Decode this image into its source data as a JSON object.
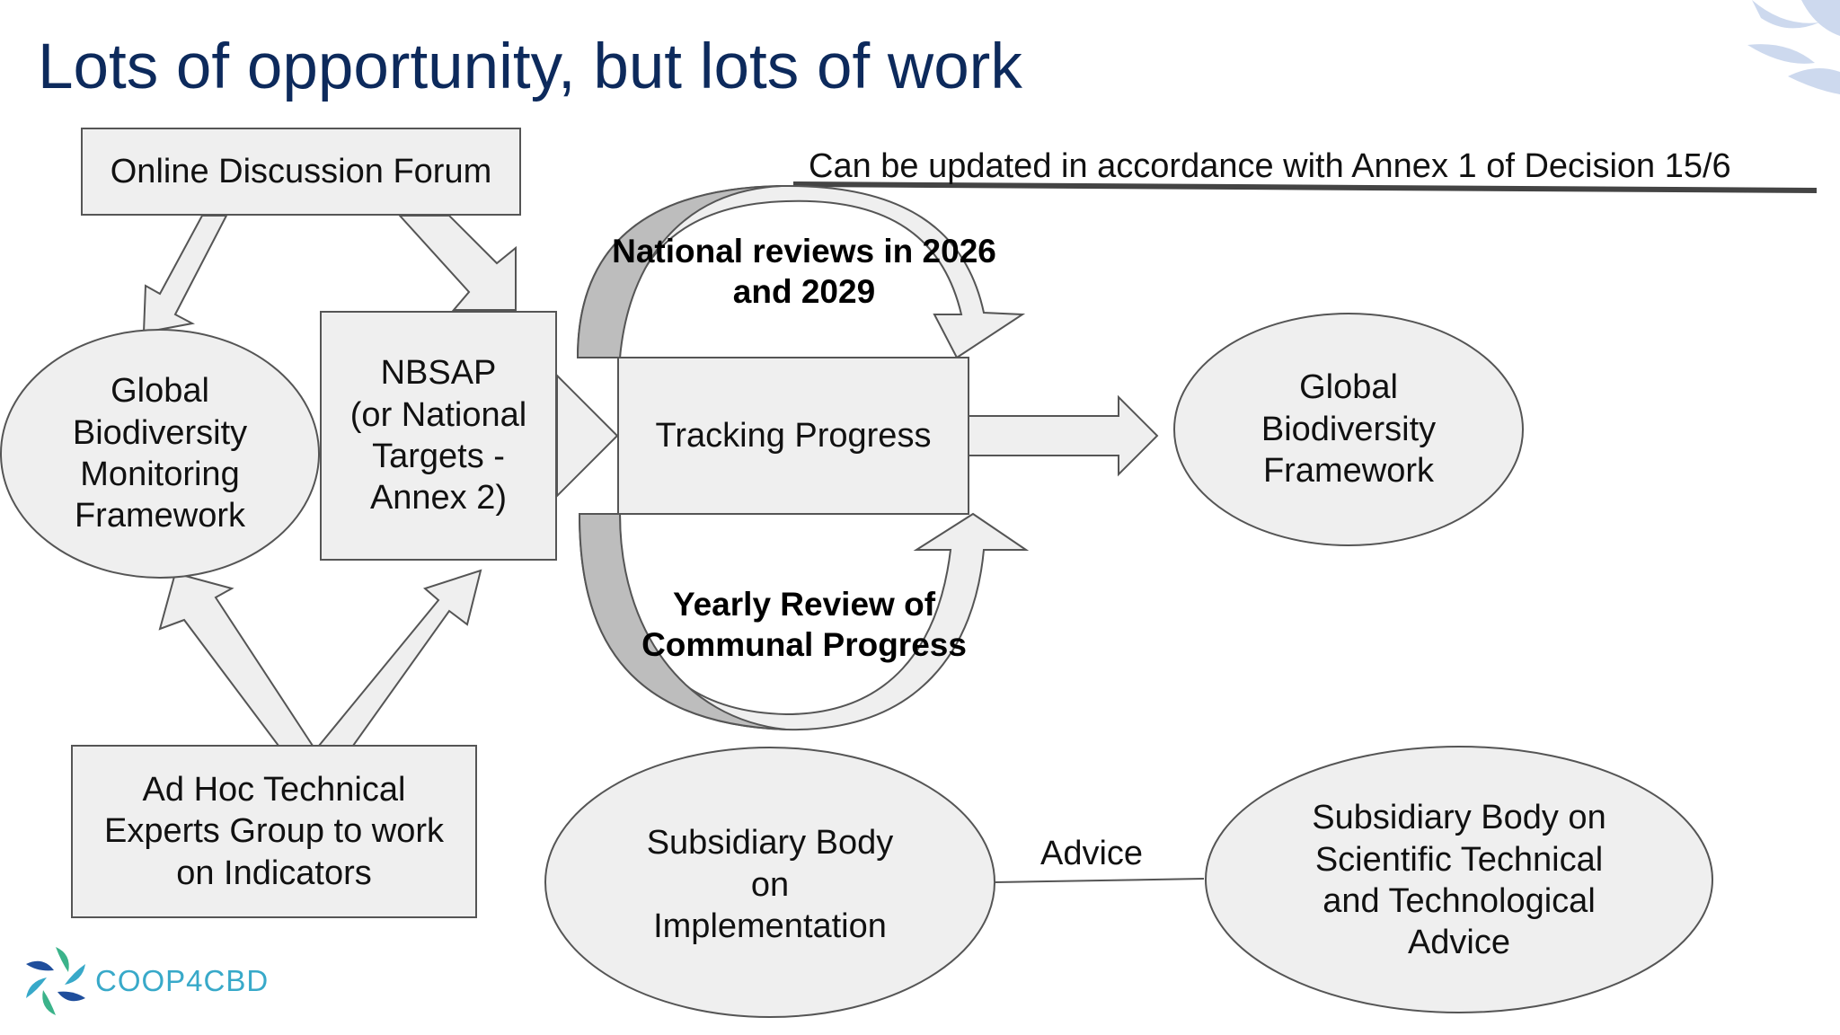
{
  "slide": {
    "title": "Lots of opportunity, but lots of work",
    "annotation": "Can be updated in accordance with Annex 1 of Decision 15/6"
  },
  "nodes": {
    "forum": "Online Discussion Forum",
    "gbmf": "Global\nBiodiversity\nMonitoring\nFramework",
    "nbsap": "NBSAP\n(or National\nTargets -\nAnnex 2)",
    "tracking": "Tracking Progress",
    "gbf": "Global\nBiodiversity\nFramework",
    "ahteg": "Ad Hoc Technical\nExperts Group to work\non Indicators",
    "sbi": "Subsidiary Body\non\nImplementation",
    "sbstta": "Subsidiary Body on\nScientific Technical\nand Technological\nAdvice"
  },
  "labels": {
    "national_reviews": "National reviews in 2026\nand 2029",
    "yearly_review": "Yearly Review of\nCommunal Progress",
    "advice": "Advice"
  },
  "logo": {
    "text": "COOP4CBD"
  },
  "colors": {
    "title": "#0d2a5c",
    "shape_fill": "#efefef",
    "shape_stroke": "#555555",
    "dark_arrow": "#bdbdbd",
    "logo_teal": "#38a9c9",
    "logo_blue": "#1f4e9c",
    "logo_green": "#3bb38a"
  }
}
